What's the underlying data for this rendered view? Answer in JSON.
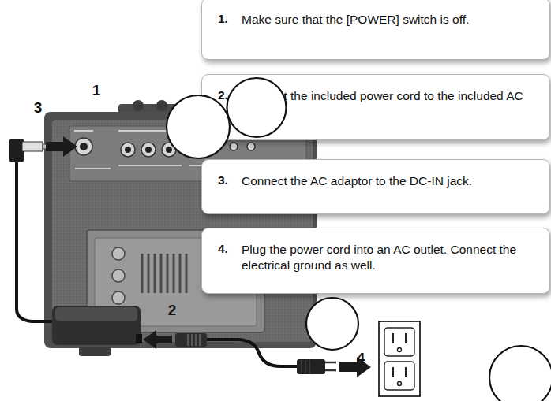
{
  "diagram": {
    "nodes": [
      {
        "text": [
          "1.",
          "Make sure that the [POWER] switch is off."
        ]
      },
      {
        "text": [
          "2.",
          "Connect the included power cord to the included AC adaptor."
        ]
      },
      {
        "text": [
          "3.",
          "Connect the AC adaptor to the DC-IN jack."
        ]
      },
      {
        "text": [
          "4.",
          "Plug the power cord into an AC outlet. Connect the electrical ground as well."
        ]
      },
      {
        "text": [
          "1"
        ]
      },
      {
        "text": [
          "3"
        ]
      },
      {
        "text": [
          "2"
        ]
      },
      {
        "text": [
          "4"
        ]
      }
    ]
  }
}
